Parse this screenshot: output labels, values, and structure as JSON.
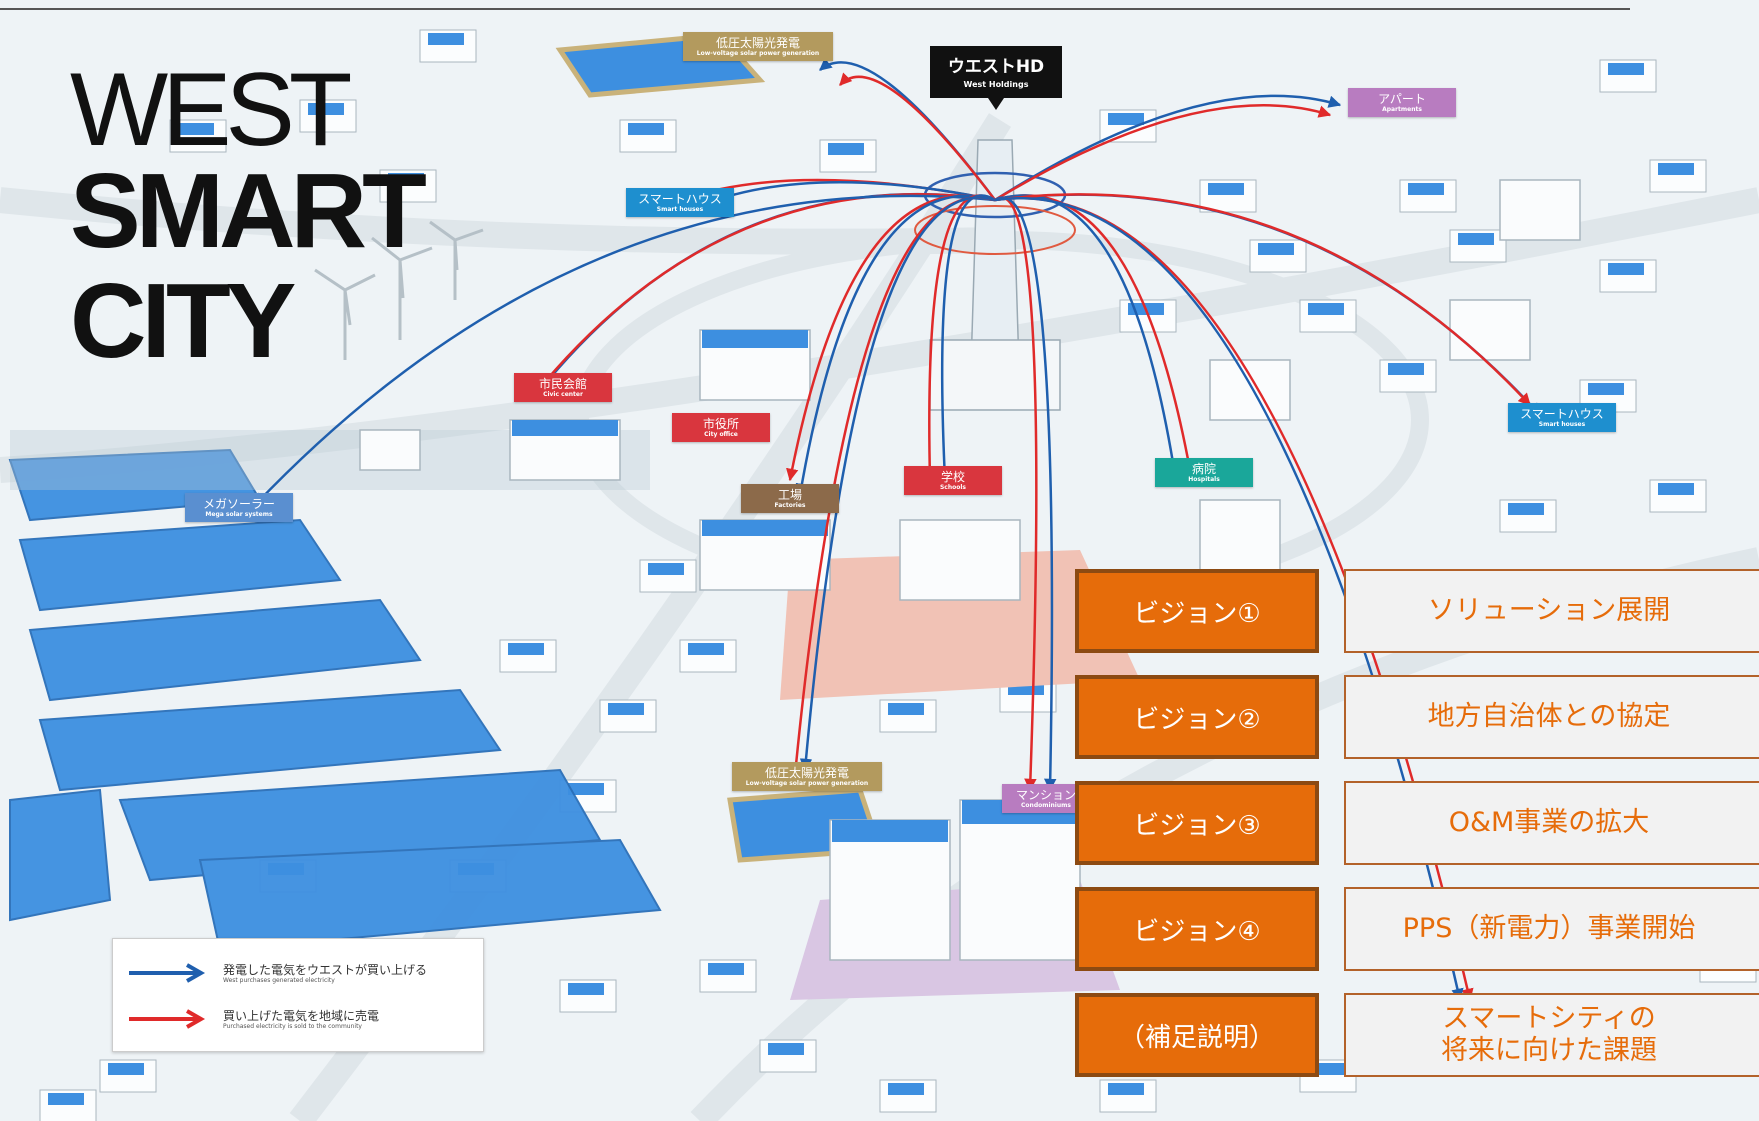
{
  "title": {
    "line1": "WEST",
    "line2": "SMART",
    "line3": "CITY"
  },
  "hd": {
    "jp": "ウエストHD",
    "en": "West Holdings"
  },
  "map_labels": [
    {
      "id": "low-voltage-solar-top",
      "jp": "低圧太陽光発電",
      "en": "Low-voltage solar power generation",
      "color": "#b39a5e"
    },
    {
      "id": "apartments",
      "jp": "アパート",
      "en": "Apartments",
      "color": "#b87cc0"
    },
    {
      "id": "smart-houses-left",
      "jp": "スマートハウス",
      "en": "Smart houses",
      "color": "#1e8fcf"
    },
    {
      "id": "civic-center",
      "jp": "市民会館",
      "en": "Civic center",
      "color": "#d9363e"
    },
    {
      "id": "city-office",
      "jp": "市役所",
      "en": "City office",
      "color": "#d9363e"
    },
    {
      "id": "factories",
      "jp": "工場",
      "en": "Factories",
      "color": "#8c6a4a"
    },
    {
      "id": "schools",
      "jp": "学校",
      "en": "Schools",
      "color": "#d9363e"
    },
    {
      "id": "hospitals",
      "jp": "病院",
      "en": "Hospitals",
      "color": "#1aa79a"
    },
    {
      "id": "smart-houses-right",
      "jp": "スマートハウス",
      "en": "Smart houses",
      "color": "#1e8fcf"
    },
    {
      "id": "mega-solar",
      "jp": "メガソーラー",
      "en": "Mega solar systems",
      "color": "#5a8fd0"
    },
    {
      "id": "low-voltage-solar-bottom",
      "jp": "低圧太陽光発電",
      "en": "Low-voltage solar power generation",
      "color": "#b39a5e"
    },
    {
      "id": "condominiums",
      "jp": "マンション",
      "en": "Condominiums",
      "color": "#b87cc0"
    }
  ],
  "legend": {
    "blue": {
      "jp": "発電した電気をウエストが買い上げる",
      "en": "West purchases generated electricity",
      "color": "#1f5fae"
    },
    "red": {
      "jp": "買い上げた電気を地域に売電",
      "en": "Purchased electricity is sold to the community",
      "color": "#e02a2a"
    }
  },
  "visions": [
    {
      "label": "ビジョン①",
      "desc": "ソリューション展開"
    },
    {
      "label": "ビジョン②",
      "desc": "地方自治体との協定"
    },
    {
      "label": "ビジョン③",
      "desc": "O&M事業の拡大"
    },
    {
      "label": "ビジョン④",
      "desc": "PPS（新電力）事業開始"
    },
    {
      "label": "（補足説明）",
      "desc": "スマートシティの\n将来に向けた課題"
    }
  ],
  "colors": {
    "accent": "#e66c0a",
    "accent_border": "#8c4a12",
    "blue_arrow": "#1f5fae",
    "red_arrow": "#e02a2a"
  }
}
